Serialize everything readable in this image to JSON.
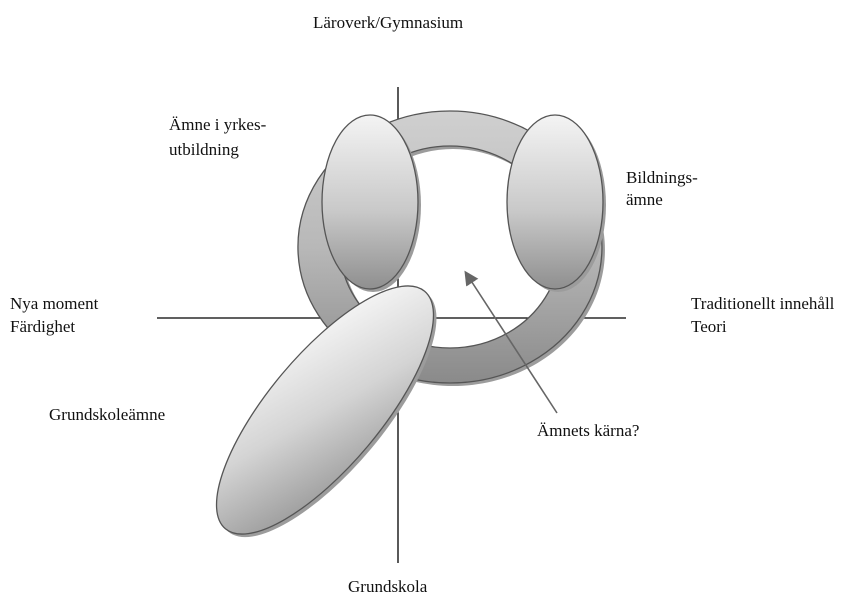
{
  "labels": {
    "top": "Läroverk/Gymnasium",
    "bottom": "Grundskola",
    "left_line1": "Nya moment",
    "left_line2": "Färdighet",
    "right_line1": "Traditionellt innehåll",
    "right_line2": "Teori",
    "vocational_line1": "Ämne i yrkes-",
    "vocational_line2": "utbildning",
    "education_line1": "Bildnings-",
    "education_line2": "ämne",
    "primary": "Grundskoleämne",
    "core": "Ämnets kärna?"
  },
  "colors": {
    "axis": "#000000",
    "outline": "#555555",
    "shade_dark": "#9a9a9a",
    "shade_mid": "#c8c8c8",
    "shade_light": "#f2f2f2",
    "arrow": "#666666"
  }
}
